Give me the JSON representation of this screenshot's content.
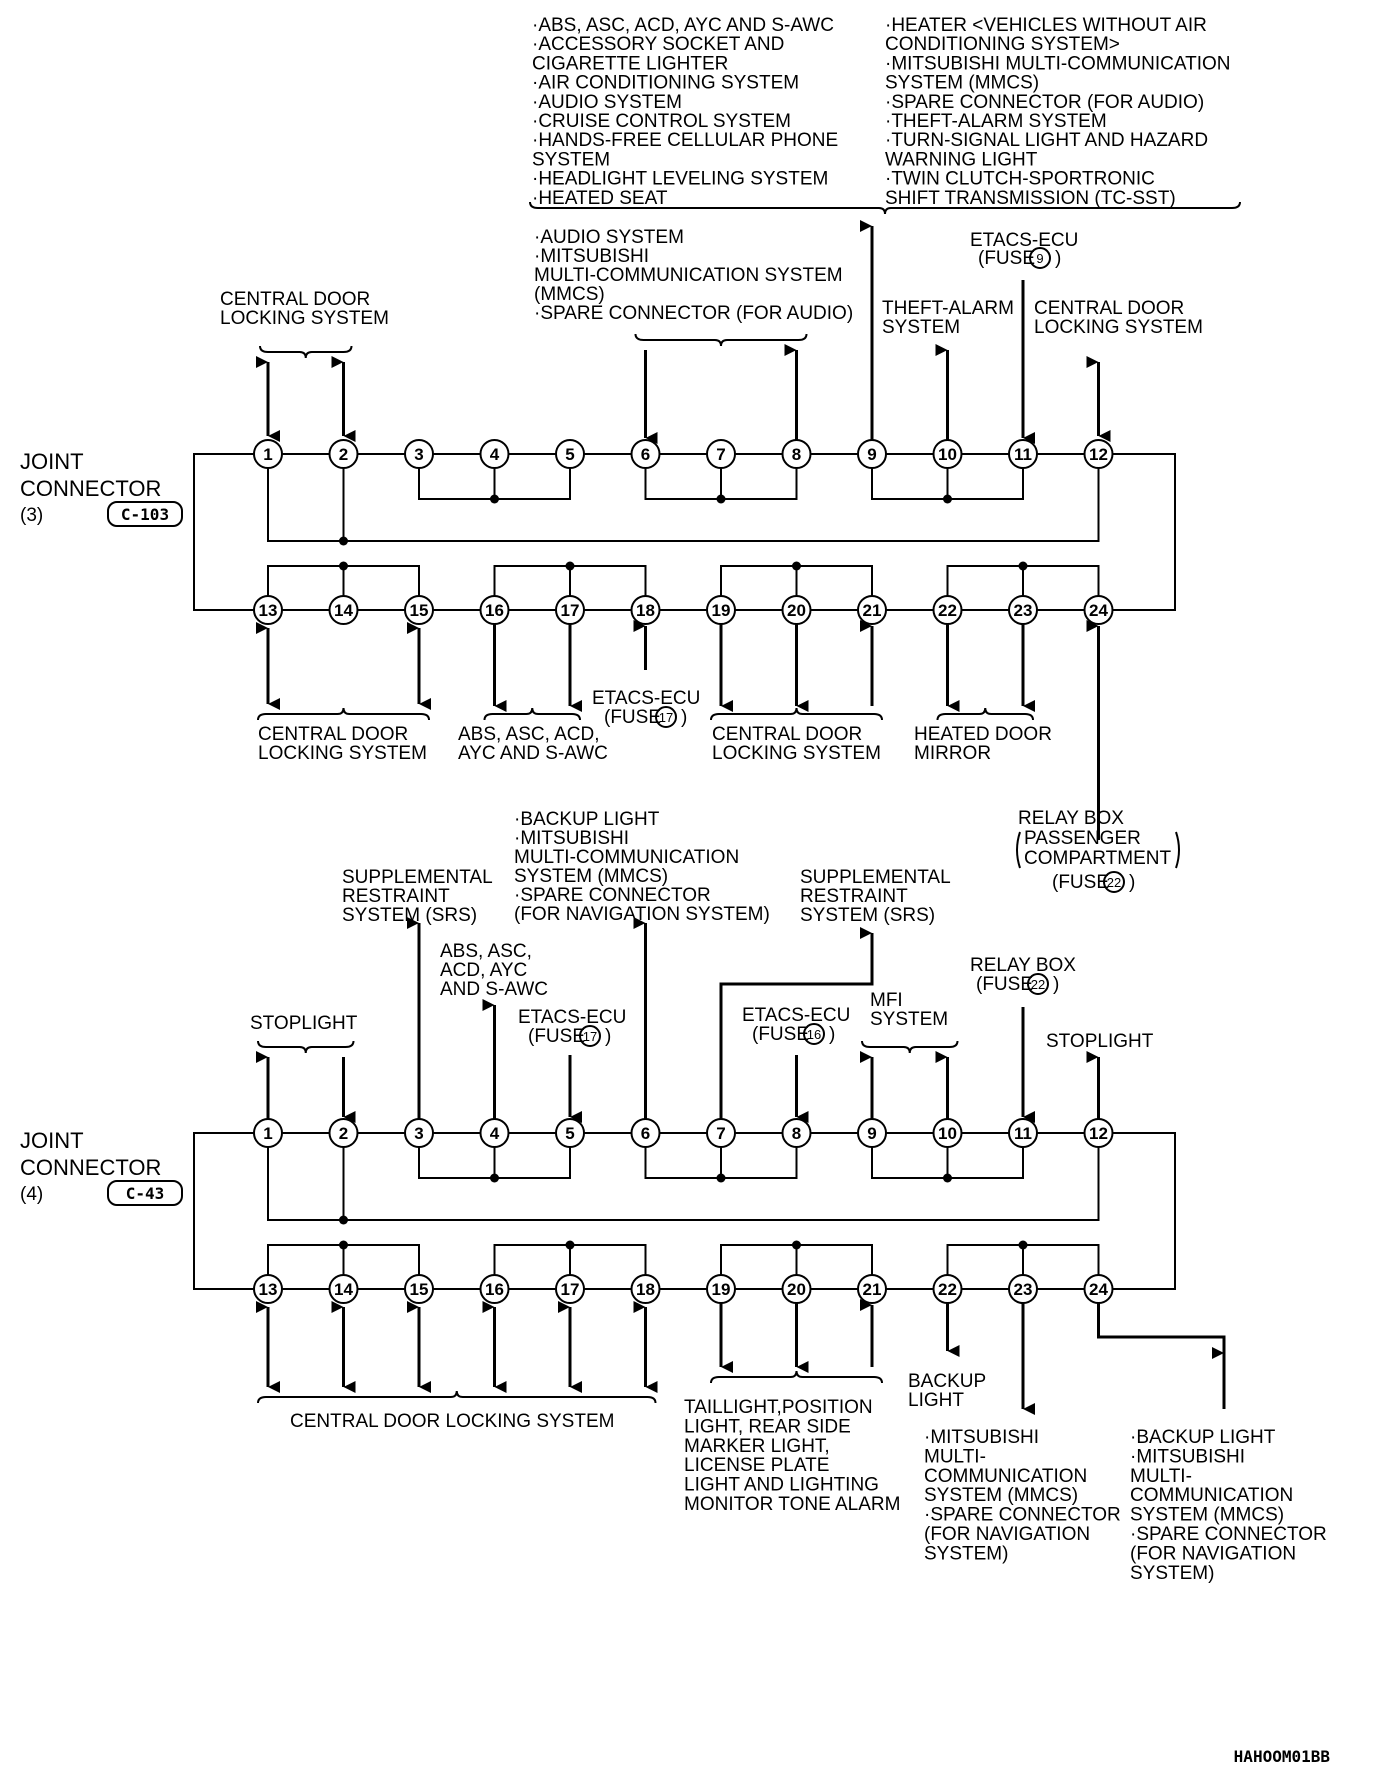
{
  "connectors": [
    {
      "line1": "JOINT",
      "line2": "CONNECTOR",
      "number": "(3)",
      "code": "C-103",
      "pins_top": [
        "1",
        "2",
        "3",
        "4",
        "5",
        "6",
        "7",
        "8",
        "9",
        "10",
        "11",
        "12"
      ],
      "pins_bottom": [
        "13",
        "14",
        "15",
        "16",
        "17",
        "18",
        "19",
        "20",
        "21",
        "22",
        "23",
        "24"
      ],
      "labels": {
        "top_left_list": [
          "·ABS, ASC, ACD, AYC AND S-AWC",
          "·ACCESSORY SOCKET AND",
          "CIGARETTE LIGHTER",
          "·AIR CONDITIONING SYSTEM",
          "·AUDIO SYSTEM",
          "·CRUISE CONTROL SYSTEM",
          "·HANDS-FREE CELLULAR PHONE",
          "SYSTEM",
          "·HEADLIGHT LEVELING SYSTEM",
          "·HEATED SEAT"
        ],
        "top_right_list": [
          "·HEATER <VEHICLES WITHOUT AIR",
          "CONDITIONING SYSTEM>",
          "·MITSUBISHI MULTI-COMMUNICATION",
          "SYSTEM (MMCS)",
          "·SPARE CONNECTOR (FOR AUDIO)",
          "·THEFT-ALARM SYSTEM",
          "·TURN-SIGNAL LIGHT AND HAZARD",
          "WARNING LIGHT",
          "·TWIN CLUTCH-SPORTRONIC",
          "SHIFT TRANSMISSION (TC-SST)"
        ],
        "audio_list": [
          "·AUDIO SYSTEM",
          "·MITSUBISHI",
          "MULTI-COMMUNICATION SYSTEM",
          "(MMCS)",
          "·SPARE CONNECTOR (FOR AUDIO)"
        ],
        "etacs9": [
          "ETACS-ECU",
          "(FUSE",
          "9",
          ")"
        ],
        "central_door_1_2": [
          "CENTRAL DOOR",
          "LOCKING SYSTEM"
        ],
        "theft_alarm": [
          "THEFT-ALARM",
          "SYSTEM"
        ],
        "central_door_12": [
          "CENTRAL DOOR",
          "LOCKING SYSTEM"
        ],
        "central_door_13_15": [
          "CENTRAL DOOR",
          "LOCKING SYSTEM"
        ],
        "abs_16_17": [
          "ABS, ASC, ACD,",
          "AYC AND S-AWC"
        ],
        "etacs17": [
          "ETACS-ECU",
          "(FUSE",
          "17",
          ")"
        ],
        "central_door_19_21": [
          "CENTRAL DOOR",
          "LOCKING SYSTEM"
        ],
        "heated_mirror": [
          "HEATED DOOR",
          "MIRROR"
        ],
        "relay_box_22": [
          "RELAY BOX",
          "PASSENGER",
          "COMPARTMENT",
          "(FUSE",
          "22",
          ")"
        ]
      }
    },
    {
      "line1": "JOINT",
      "line2": "CONNECTOR",
      "number": "(4)",
      "code": "C-43",
      "pins_top": [
        "1",
        "2",
        "3",
        "4",
        "5",
        "6",
        "7",
        "8",
        "9",
        "10",
        "11",
        "12"
      ],
      "pins_bottom": [
        "13",
        "14",
        "15",
        "16",
        "17",
        "18",
        "19",
        "20",
        "21",
        "22",
        "23",
        "24"
      ],
      "labels": {
        "stoplight_1_2": "STOPLIGHT",
        "srs_3": [
          "SUPPLEMENTAL",
          "RESTRAINT",
          "SYSTEM (SRS)"
        ],
        "abs_4": [
          "ABS, ASC,",
          "ACD, AYC",
          "AND S-AWC"
        ],
        "etacs17": [
          "ETACS-ECU",
          "(FUSE",
          "17",
          ")"
        ],
        "backup_list": [
          "·BACKUP LIGHT",
          "·MITSUBISHI",
          "MULTI-COMMUNICATION",
          "SYSTEM (MMCS)",
          "·SPARE CONNECTOR",
          "(FOR NAVIGATION SYSTEM)"
        ],
        "srs_7": [
          "SUPPLEMENTAL",
          "RESTRAINT",
          "SYSTEM (SRS)"
        ],
        "etacs16": [
          "ETACS-ECU",
          "(FUSE",
          "16",
          ")"
        ],
        "mfi": [
          "MFI",
          "SYSTEM"
        ],
        "relay_box_11": [
          "RELAY BOX",
          "(FUSE",
          "22",
          ")"
        ],
        "stoplight_12": "STOPLIGHT",
        "central_door_all": "CENTRAL DOOR LOCKING SYSTEM",
        "taillight": [
          "TAILLIGHT,POSITION",
          "LIGHT, REAR SIDE",
          "MARKER LIGHT,",
          "LICENSE PLATE",
          "LIGHT AND LIGHTING",
          "MONITOR TONE ALARM"
        ],
        "backup_22": [
          "BACKUP",
          "LIGHT"
        ],
        "mmcs_23": [
          "·MITSUBISHI",
          "MULTI-",
          "COMMUNICATION",
          "SYSTEM (MMCS)",
          "·SPARE CONNECTOR",
          "(FOR NAVIGATION",
          "SYSTEM)"
        ],
        "mmcs_24": [
          "·BACKUP LIGHT",
          "·MITSUBISHI",
          "MULTI-",
          "COMMUNICATION",
          "SYSTEM (MMCS)",
          "·SPARE CONNECTOR",
          "(FOR NAVIGATION",
          "SYSTEM)"
        ]
      }
    }
  ],
  "figure_id": "HAHOOM01BB"
}
